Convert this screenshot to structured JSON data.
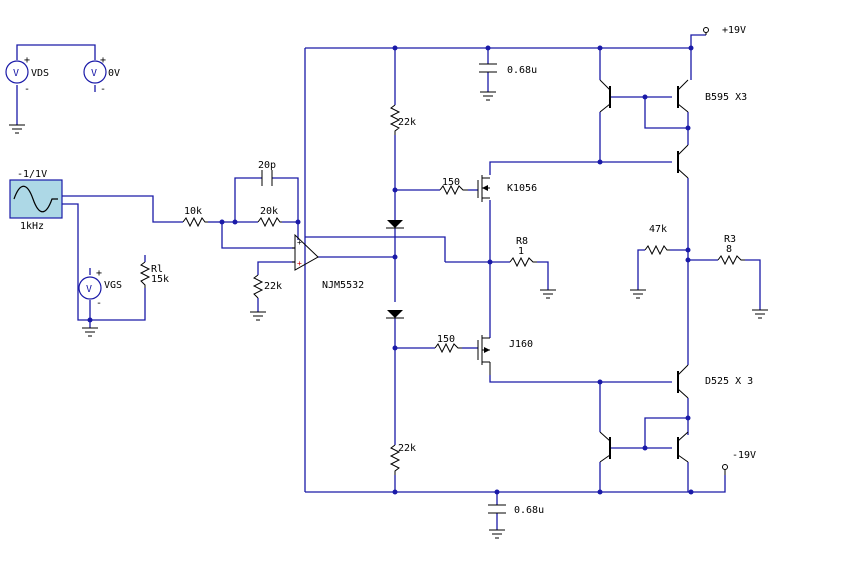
{
  "labels": {
    "vds": "VDS",
    "ov": "0V",
    "vgs": "VGS",
    "gen_amp": "-1/1V",
    "gen_freq": "1kHz",
    "r_in": "10k",
    "c_fb": "20p",
    "r_fb": "20k",
    "r_bias": "22k",
    "r_load_name": "Rl",
    "r_load": "15k",
    "opamp": "NJM5532",
    "r_top": "22k",
    "r_bot": "22k",
    "c_top": "0.68u",
    "c_bot": "0.68u",
    "vplus": "+19V",
    "vminus": "-19V",
    "r_gate_top": "150",
    "r_gate_bot": "150",
    "fet_top": "K1056",
    "fet_bot": "J160",
    "r8_name": "R8",
    "r8_val": "1",
    "r3_name": "R3",
    "r3_val": "8",
    "r_47k": "47k",
    "q_top": "B595 X3",
    "q_bot": "D525 X 3",
    "src_plus": "+",
    "src_minus": "-",
    "meter_v": "V"
  },
  "colors": {
    "wire": "#1a1aa8",
    "node": "#1a1aa8",
    "component": "#000000",
    "source_bg": "#add8e6"
  }
}
